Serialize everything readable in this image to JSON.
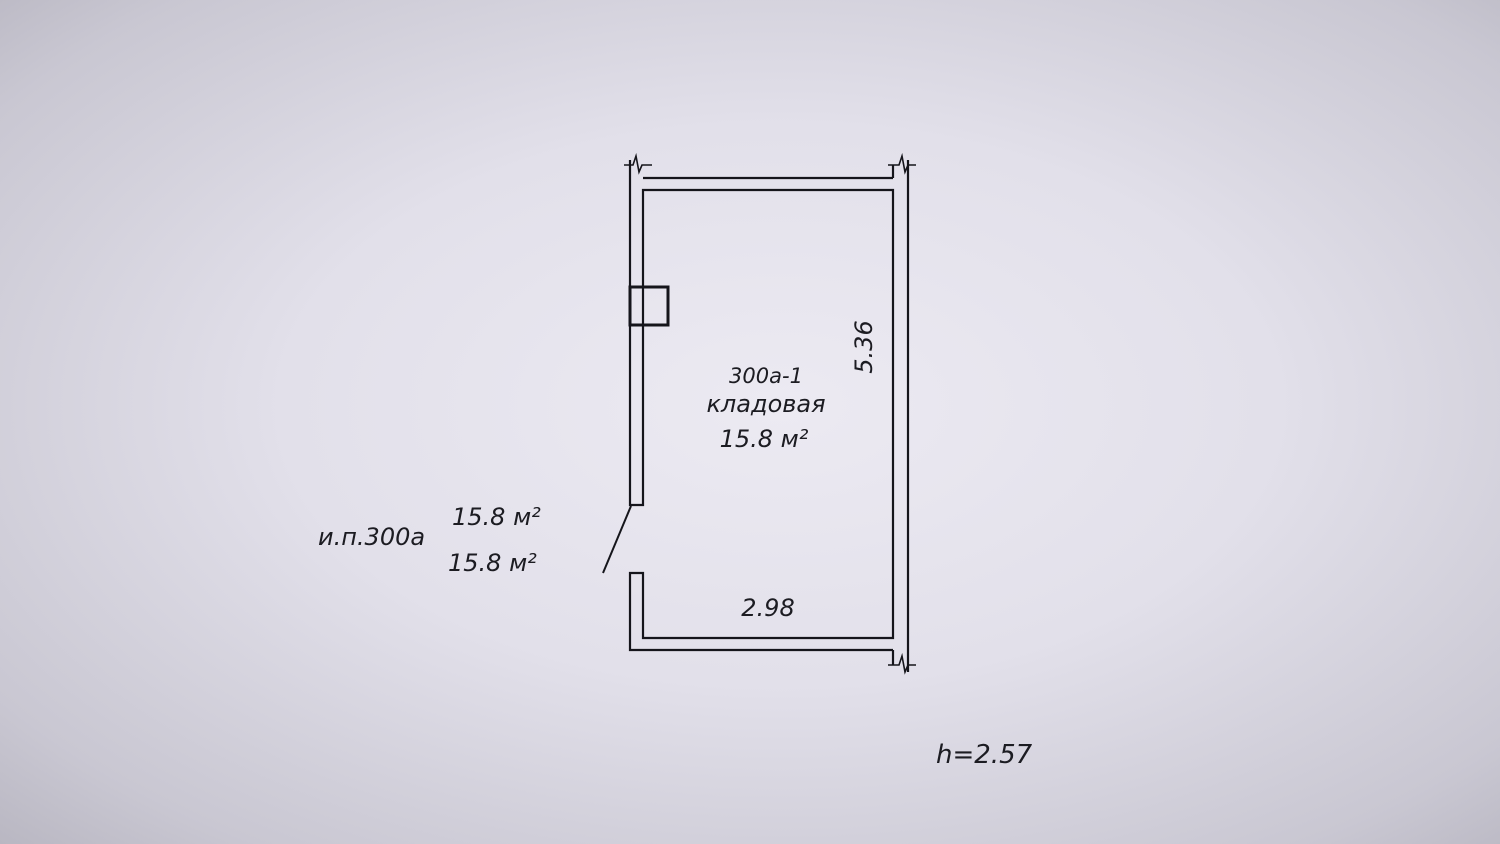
{
  "room": {
    "id": "300а-1",
    "name": "кладовая",
    "area": "15.8 м²"
  },
  "dimensions": {
    "length": "5.36",
    "width": "2.98",
    "height": "h=2.57"
  },
  "unit": {
    "label": "и.п.300а",
    "area_total": "15.8 м²",
    "area_living": "15.8 м²"
  }
}
